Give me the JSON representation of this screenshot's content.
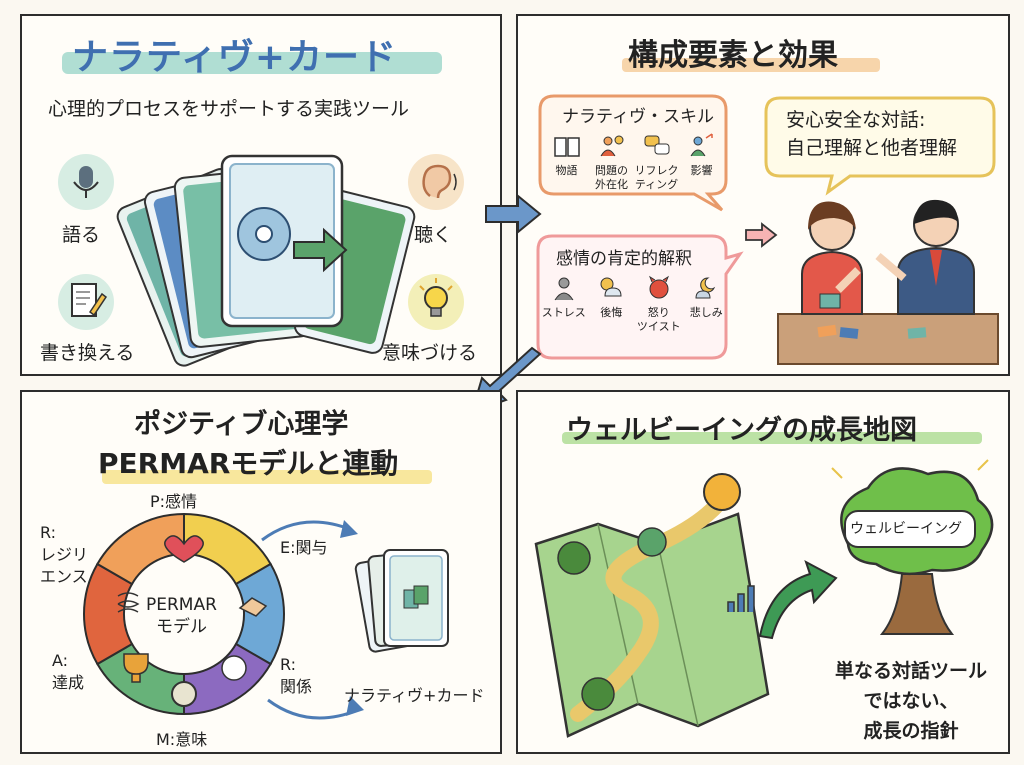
{
  "colors": {
    "green": "#5aa36a",
    "blue": "#4d7cb5",
    "teal": "#4aa596",
    "yellow_hl": "#f3d977",
    "red": "#e0603e",
    "pink": "#f2a9a9",
    "orange": "#f0a05a"
  },
  "p1": {
    "title": "ナラティヴ+カード",
    "subtitle": "心理的プロセスをサポートする実践ツール",
    "items": {
      "speak": "語る",
      "listen": "聴く",
      "rewrite": "書き換える",
      "meaning": "意味づける"
    }
  },
  "p2": {
    "title": "構成要素と効果",
    "skills_title": "ナラティヴ・スキル",
    "skills": [
      {
        "label": "物語",
        "icon": "book-icon"
      },
      {
        "label": "問題の\n外在化",
        "icon": "person-gear-icon"
      },
      {
        "label": "リフレク\nティング",
        "icon": "speech-bubbles-icon"
      },
      {
        "label": "影響",
        "icon": "person-arrows-icon"
      }
    ],
    "dialog": "安心安全な対話:\n自己理解と他者理解",
    "emotion_title": "感情の肯定的解釈",
    "emotions": [
      {
        "label": "ストレス",
        "icon": "gray-person-icon"
      },
      {
        "label": "後悔",
        "icon": "sun-cloud-icon"
      },
      {
        "label": "怒り\nツイスト",
        "icon": "devil-icon"
      },
      {
        "label": "悲しみ",
        "icon": "sun-moon-cloud-icon"
      }
    ]
  },
  "p3": {
    "title_line1": "ポジティブ心理学",
    "title_line2": "PERMARモデルと連動",
    "center": "PERMAR\nモデル",
    "labels": {
      "p": "P:感情",
      "e": "E:関与",
      "r_rel": "R:\n関係",
      "m": "M:意味",
      "a": "A:\n達成",
      "r_res": "R:\nレジリ\nエンス"
    },
    "cards_label": "ナラティヴ+カード"
  },
  "p4": {
    "title": "ウェルビーイングの成長地図",
    "tree_label": "ウェルビーイング",
    "caption": "単なる対話ツール\nではない、\n成長の指針"
  }
}
